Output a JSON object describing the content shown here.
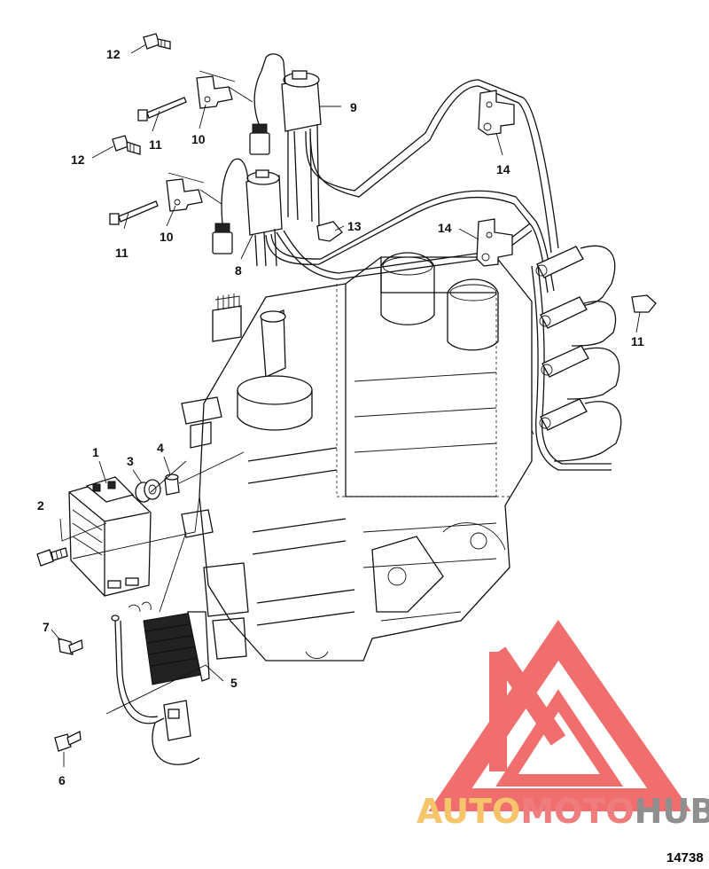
{
  "diagram": {
    "callouts": [
      "1",
      "2",
      "3",
      "4",
      "5",
      "6",
      "7",
      "8",
      "9",
      "10",
      "10",
      "11",
      "11",
      "11",
      "12",
      "12",
      "13",
      "14",
      "14"
    ],
    "figure_ref": "14738",
    "watermark": {
      "part1": "AUTO",
      "part2": "MOTO",
      "part3": "HUB",
      "colors": {
        "auto": "#f6c56b",
        "moto": "#f07d7d",
        "hub": "#8f8f8f",
        "logo": "#ee5555"
      }
    }
  }
}
